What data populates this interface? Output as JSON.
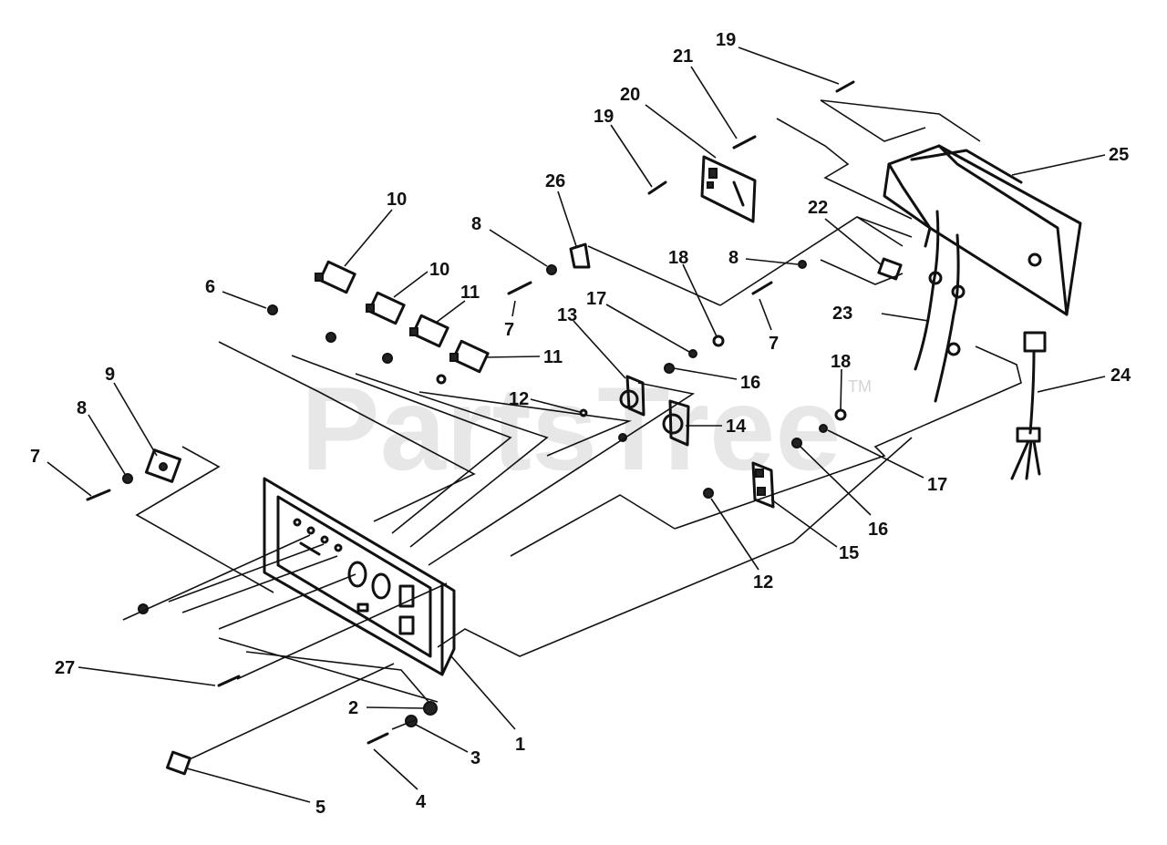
{
  "watermark": {
    "text": "PartsTree",
    "tm": "TM"
  },
  "callouts": [
    {
      "id": "c1",
      "label": "1"
    },
    {
      "id": "c2",
      "label": "2"
    },
    {
      "id": "c3",
      "label": "3"
    },
    {
      "id": "c4",
      "label": "4"
    },
    {
      "id": "c5",
      "label": "5"
    },
    {
      "id": "c6",
      "label": "6"
    },
    {
      "id": "c7a",
      "label": "7"
    },
    {
      "id": "c7b",
      "label": "7"
    },
    {
      "id": "c7c",
      "label": "7"
    },
    {
      "id": "c8a",
      "label": "8"
    },
    {
      "id": "c8b",
      "label": "8"
    },
    {
      "id": "c8c",
      "label": "8"
    },
    {
      "id": "c9",
      "label": "9"
    },
    {
      "id": "c10a",
      "label": "10"
    },
    {
      "id": "c10b",
      "label": "10"
    },
    {
      "id": "c11a",
      "label": "11"
    },
    {
      "id": "c11b",
      "label": "11"
    },
    {
      "id": "c12a",
      "label": "12"
    },
    {
      "id": "c12b",
      "label": "12"
    },
    {
      "id": "c13",
      "label": "13"
    },
    {
      "id": "c14",
      "label": "14"
    },
    {
      "id": "c15",
      "label": "15"
    },
    {
      "id": "c16a",
      "label": "16"
    },
    {
      "id": "c16b",
      "label": "16"
    },
    {
      "id": "c17a",
      "label": "17"
    },
    {
      "id": "c17b",
      "label": "17"
    },
    {
      "id": "c18a",
      "label": "18"
    },
    {
      "id": "c18b",
      "label": "18"
    },
    {
      "id": "c19a",
      "label": "19"
    },
    {
      "id": "c19b",
      "label": "19"
    },
    {
      "id": "c20",
      "label": "20"
    },
    {
      "id": "c21",
      "label": "21"
    },
    {
      "id": "c22",
      "label": "22"
    },
    {
      "id": "c23",
      "label": "23"
    },
    {
      "id": "c24",
      "label": "24"
    },
    {
      "id": "c25",
      "label": "25"
    },
    {
      "id": "c26",
      "label": "26"
    },
    {
      "id": "c27",
      "label": "27"
    }
  ]
}
